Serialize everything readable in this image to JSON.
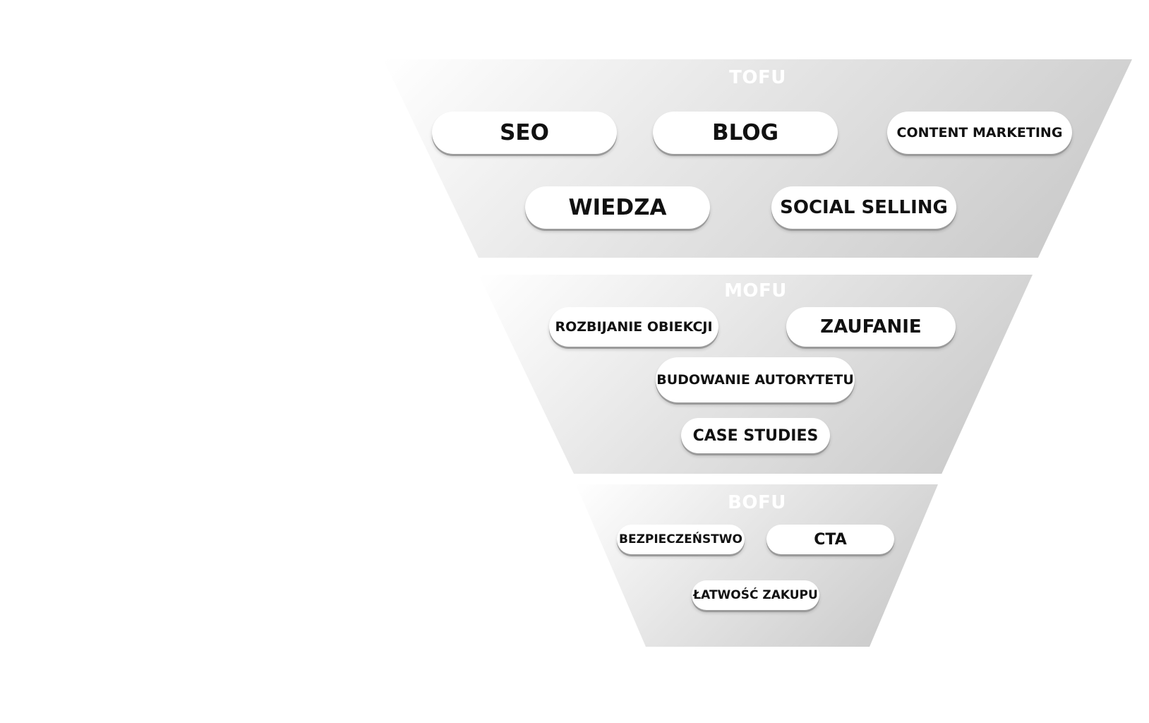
{
  "funnel": {
    "stages": [
      {
        "title": "TOFU",
        "items": [
          "SEO",
          "BLOG",
          "CONTENT MARKETING",
          "WIEDZA",
          "SOCIAL SELLING"
        ]
      },
      {
        "title": "MOFU",
        "items": [
          "ROZBIJANIE OBIEKCJI",
          "ZAUFANIE",
          "BUDOWANIE AUTORYTETU",
          "CASE STUDIES"
        ]
      },
      {
        "title": "BOFU",
        "items": [
          "BEZPIECZEŃSTWO",
          "CTA",
          "ŁATWOŚĆ ZAKUPU"
        ]
      }
    ]
  },
  "colors": {
    "stage_gradient": [
      "#ffffff",
      "#e4e4e4",
      "#c6c6c6"
    ],
    "pill_background": "#ffffff",
    "pill_text": "#111111",
    "stage_title": "#ffffff"
  }
}
